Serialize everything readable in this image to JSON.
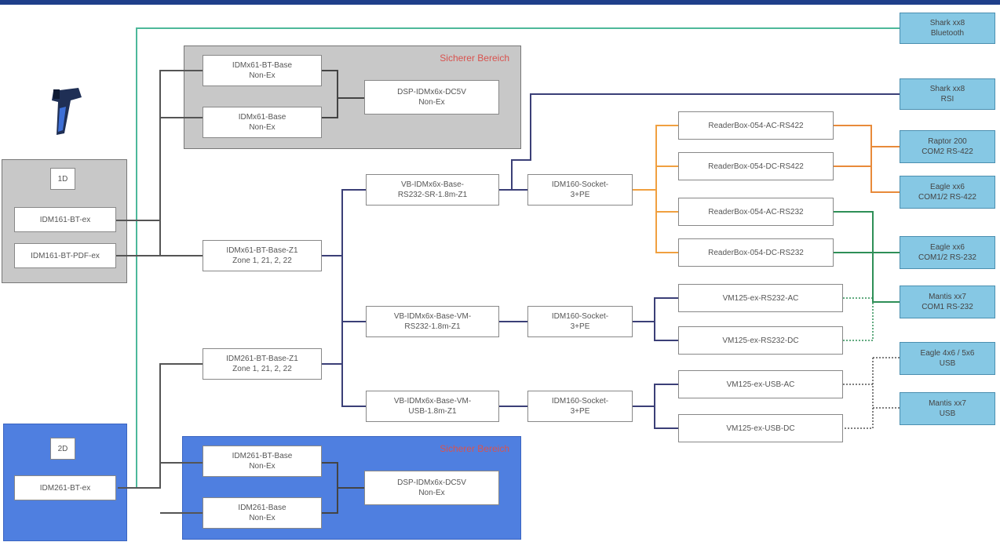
{
  "regions": {
    "safe_area_top_label": "Sicherer Bereich",
    "safe_area_bottom_label": "Sicherer Bereich",
    "group_1d_label": "1D",
    "group_2d_label": "2D"
  },
  "scanners": {
    "idm161_bt_ex": "IDM161-BT-ex",
    "idm161_bt_pdf_ex": "IDM161-BT-PDF-ex",
    "idm261_bt_ex": "IDM261-BT-ex"
  },
  "bases": {
    "idmx61_bt_base_nonex": "IDMx61-BT-Base\nNon-Ex",
    "idmx61_base_nonex": "IDMx61-Base\nNon-Ex",
    "dsp_top": "DSP-IDMx6x-DC5V\nNon-Ex",
    "idmx61_bt_base_z1": "IDMx61-BT-Base-Z1\nZone 1, 21, 2, 22",
    "idm261_bt_base_z1": "IDM261-BT-Base-Z1\nZone 1, 21, 2, 22",
    "idm261_bt_base_nonex": "IDM261-BT-Base\nNon-Ex",
    "idm261_base_nonex": "IDM261-Base\nNon-Ex",
    "dsp_bottom": "DSP-IDMx6x-DC5V\nNon-Ex"
  },
  "cables": {
    "vb_rs232_sr": "VB-IDMx6x-Base-\nRS232-SR-1.8m-Z1",
    "vb_vm_rs232": "VB-IDMx6x-Base-VM-\nRS232-1.8m-Z1",
    "vb_vm_usb": "VB-IDMx6x-Base-VM-\nUSB-1.8m-Z1"
  },
  "sockets": {
    "socket_1": "IDM160-Socket-\n3+PE",
    "socket_2": "IDM160-Socket-\n3+PE",
    "socket_3": "IDM160-Socket-\n3+PE"
  },
  "readerboxes": {
    "rb_ac_rs422": "ReaderBox-054-AC-RS422",
    "rb_dc_rs422": "ReaderBox-054-DC-RS422",
    "rb_ac_rs232": "ReaderBox-054-AC-RS232",
    "rb_dc_rs232": "ReaderBox-054-DC-RS232",
    "vm_rs232_ac": "VM125-ex-RS232-AC",
    "vm_rs232_dc": "VM125-ex-RS232-DC",
    "vm_usb_ac": "VM125-ex-USB-AC",
    "vm_usb_dc": "VM125-ex-USB-DC"
  },
  "targets": {
    "shark_bt": "Shark xx8\nBluetooth",
    "shark_rsi": "Shark xx8\nRSI",
    "raptor": "Raptor 200\nCOM2 RS-422",
    "eagle_rs422": "Eagle xx6\nCOM1/2 RS-422",
    "eagle_rs232": "Eagle xx6\nCOM1/2 RS-232",
    "mantis_rs232": "Mantis xx7\nCOM1 RS-232",
    "eagle_usb": "Eagle 4x6 / 5x6\nUSB",
    "mantis_usb": "Mantis xx7\nUSB"
  },
  "colors": {
    "header": "#1f3f8a",
    "grey_region": "#c8c8c8",
    "blue_region": "#4f7fe0",
    "target": "#86c8e4",
    "wire_teal": "#4db89a",
    "wire_navy": "#3b3f77",
    "wire_orange": "#f0a040",
    "wire_green": "#2e8f57",
    "wire_dark": "#444444"
  }
}
